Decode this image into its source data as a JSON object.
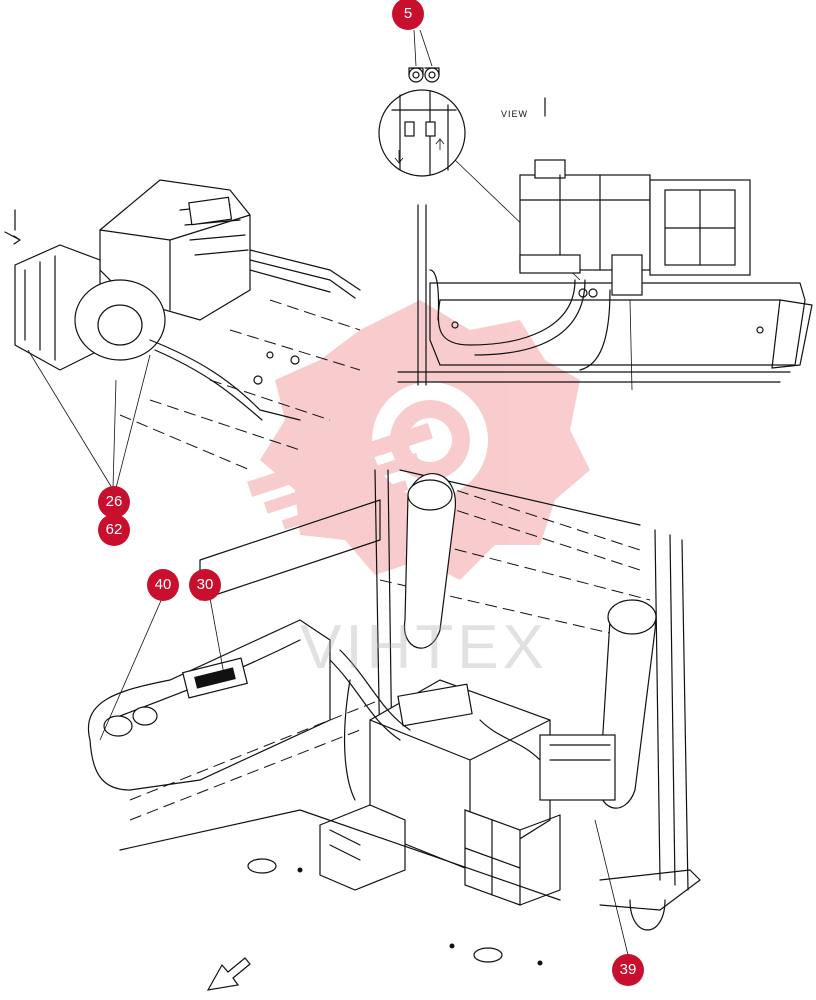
{
  "view_label": "VIEW",
  "watermark": {
    "text": "VIHTEX",
    "color": "#e84a4a"
  },
  "callout_color": "#c8102e",
  "callouts": [
    {
      "id": "c5",
      "label": "5"
    },
    {
      "id": "c26",
      "label": "26"
    },
    {
      "id": "c62",
      "label": "62"
    },
    {
      "id": "c40",
      "label": "40"
    },
    {
      "id": "c30",
      "label": "30"
    },
    {
      "id": "c39",
      "label": "39"
    }
  ]
}
